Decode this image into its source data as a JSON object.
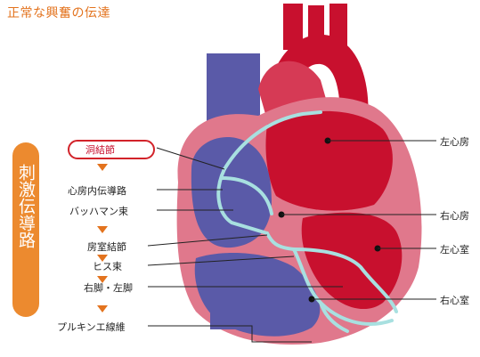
{
  "title": "正常な興奮の伝達",
  "sidebar": {
    "label": "刺激伝導路"
  },
  "pathway": [
    {
      "label": "洞結節"
    },
    {
      "label": "心房内伝導路"
    },
    {
      "label": "バッハマン束"
    },
    {
      "label": "房室結節"
    },
    {
      "label": "ヒス束"
    },
    {
      "label": "右脚・左脚"
    },
    {
      "label": "プルキンエ線維"
    }
  ],
  "chambers": [
    {
      "label": "左心房"
    },
    {
      "label": "右心房"
    },
    {
      "label": "左心室"
    },
    {
      "label": "右心室"
    }
  ],
  "colors": {
    "accent": "#e3731e",
    "sidebar": "#ec8a2f",
    "artery_red": "#c8102e",
    "vein_blue": "#5a5aa8",
    "heart_pink": "#e0788c",
    "conduction": "#a8e0e0",
    "ring": "#d2232a"
  }
}
